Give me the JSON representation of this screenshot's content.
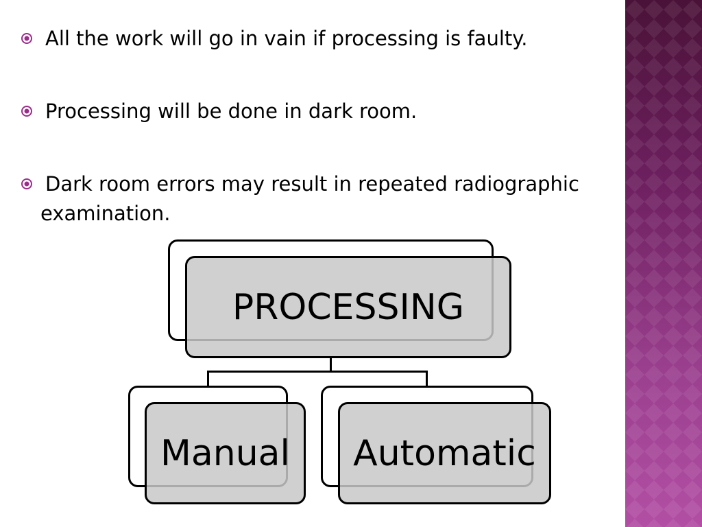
{
  "bullets": [
    {
      "text": "All the work will go in vain if processing is faulty."
    },
    {
      "text": "Processing will be done in dark room."
    },
    {
      "text_line1": "Dark room errors may result in repeated radiographic",
      "text_line2": "examination."
    }
  ],
  "diagram": {
    "root": "PROCESSING",
    "children": [
      "Manual",
      "Automatic"
    ]
  },
  "colors": {
    "bullet": "#9b2d8a",
    "band_top": "#4a1238",
    "band_bottom": "#b24fa4",
    "box_fill": "#c8c8c8"
  }
}
